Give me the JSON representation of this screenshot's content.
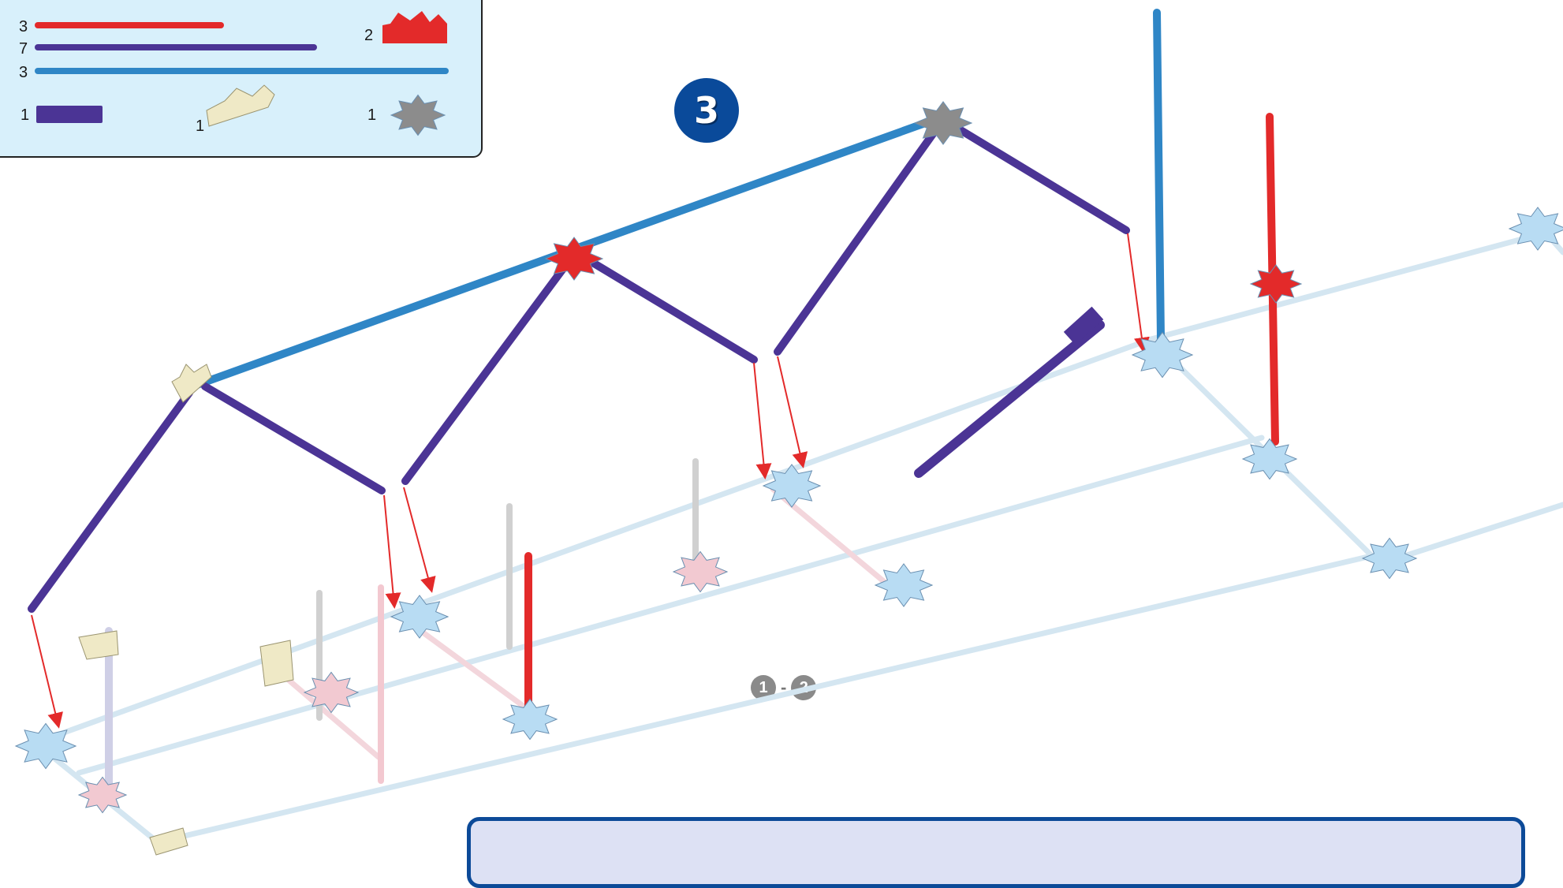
{
  "parts": [
    {
      "qty": "3",
      "name": "red-rod"
    },
    {
      "qty": "7",
      "name": "purple-rod"
    },
    {
      "qty": "3",
      "name": "blue-rod"
    },
    {
      "qty": "2",
      "name": "red-connector"
    },
    {
      "qty": "1",
      "name": "purple-connector"
    },
    {
      "qty": "1",
      "name": "white-connector"
    },
    {
      "qty": "1",
      "name": "gray-connector"
    }
  ],
  "step": {
    "number": "3"
  },
  "reference": {
    "from": "1",
    "sep": "-",
    "to": "2"
  },
  "colors": {
    "red": "#e32a2a",
    "purple": "#4b3495",
    "blue": "#2f86c6",
    "gray": "#8c8c8c",
    "light_blue": "#b8dcf3",
    "pink": "#f3d6dc",
    "cream": "#efe9c6",
    "arrow": "#e32a2a",
    "badge": "#0a4a9a",
    "panel": "#d8f0fb"
  }
}
